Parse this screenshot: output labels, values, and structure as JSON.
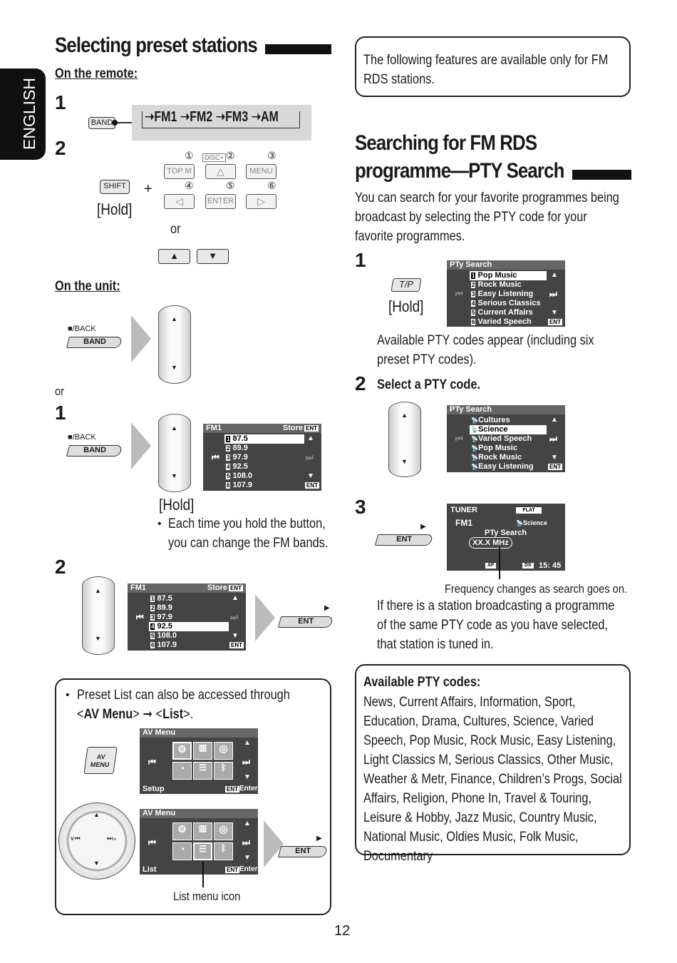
{
  "side_tab": "ENGLISH",
  "left": {
    "title": "Selecting preset stations",
    "on_remote": "On the remote:",
    "step1": "1",
    "step2": "2",
    "band_btn": "BAND",
    "band_seq": [
      "FM1",
      "FM2",
      "FM3",
      "AM"
    ],
    "shift": "SHIFT",
    "plus": "+",
    "hold": "[Hold]",
    "or": "or",
    "circ_nums": [
      "①",
      "②",
      "③",
      "④",
      "⑤",
      "⑥"
    ],
    "disc_plus": "DISC+",
    "remote_keys": [
      "TOP M",
      "△",
      "MENU",
      "◁",
      "ENTER",
      "▷"
    ],
    "updown": [
      "▲",
      "▼"
    ],
    "on_unit": "On the unit:",
    "back_label": "■/BACK",
    "or2": "or",
    "step1b": "1",
    "step2b": "2",
    "preset_screen": {
      "header": "FM1",
      "store": "Store",
      "ent": "ENT",
      "nums": [
        "1",
        "2",
        "3",
        "4",
        "5",
        "6"
      ],
      "freqs": [
        "87.5",
        "89.9",
        "97.9",
        "92.5",
        "108.0",
        "107.9"
      ]
    },
    "hold2": "[Hold]",
    "bullet": "•",
    "hold_note": "Each time you hold the button, you can change the FM bands.",
    "ent_btn": "ENT",
    "note_pre": "Preset List can also be accessed through <",
    "note_av": "AV Menu",
    "note_mid": "> ➞ <",
    "note_list": "List",
    "note_end": ">.",
    "av_menu_btn": "AV MENU",
    "av_menu_title": "AV Menu",
    "setup": "Setup",
    "enter": "Enter",
    "list": "List",
    "list_menu_icon": "List menu icon",
    "dial_left": "∨⏮",
    "dial_right": "⏭∧"
  },
  "right": {
    "rds_note": "The following features are available only for FM RDS stations.",
    "title1": "Searching for FM RDS",
    "title2": "programme—PTY Search",
    "intro": "You can search for your favorite programmes being broadcast by selecting the PTY code for your favorite programmes.",
    "step1": "1",
    "step2": "2",
    "step3": "3",
    "tp_btn": "T/P",
    "hold": "[Hold]",
    "pty_search": "PTy Search",
    "list1": [
      "Pop Music",
      "Rock Music",
      "Easy Listening",
      "Serious Classics",
      "Current Affairs",
      "Varied Speech"
    ],
    "step1_text": "Available PTY codes appear (including six preset PTY codes).",
    "step2_text": "Select a PTY code.",
    "list2": [
      "Cultures",
      "Science",
      "Varied Speech",
      "Pop Music",
      "Rock Music",
      "Easy Listening"
    ],
    "tuner": {
      "title": "TUNER",
      "flat": "FLAT",
      "band": "FM1",
      "pty": "Science",
      "pty_search": "PTy Search",
      "freq": "XX.X MHz",
      "af": "AF",
      "dx": "DX",
      "time": "15: 45"
    },
    "ent_btn": "ENT",
    "freq_note": "Frequency changes as search goes on.",
    "step3_text": "If there is a station broadcasting a programme of the same PTY code as you have selected, that station is tuned in.",
    "codes_title": "Available PTY codes:",
    "codes_text": "News, Current Affairs, Information, Sport, Education, Drama, Cultures, Science, Varied Speech, Pop Music, Rock Music, Easy Listening, Light Classics M, Serious Classics, Other Music, Weather & Metr, Finance, Children’s Progs, Social Affairs, Religion, Phone In, Travel & Touring, Leisure & Hobby, Jazz Music, Country Music, National Music, Oldies Music, Folk Music, Documentary"
  },
  "page_number": "12"
}
